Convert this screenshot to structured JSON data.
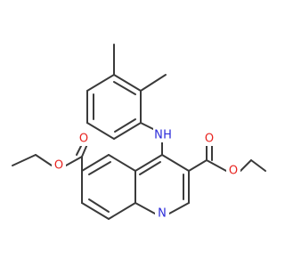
{
  "colors": {
    "background": "#ffffff",
    "bond": "#3a3a3a",
    "oxygen": "#e8231f",
    "nitrogen": "#2b2bd9",
    "carbon": "#3a3a3a"
  },
  "atoms": {
    "nitrogen_amine": "N",
    "hydrogen_amine": "H",
    "nitrogen_ring": "N",
    "oxygen_ester6_carbonyl": "O",
    "oxygen_ester6_ether": "O",
    "oxygen_ester3_carbonyl": "O",
    "oxygen_ester3_ether": "O"
  }
}
